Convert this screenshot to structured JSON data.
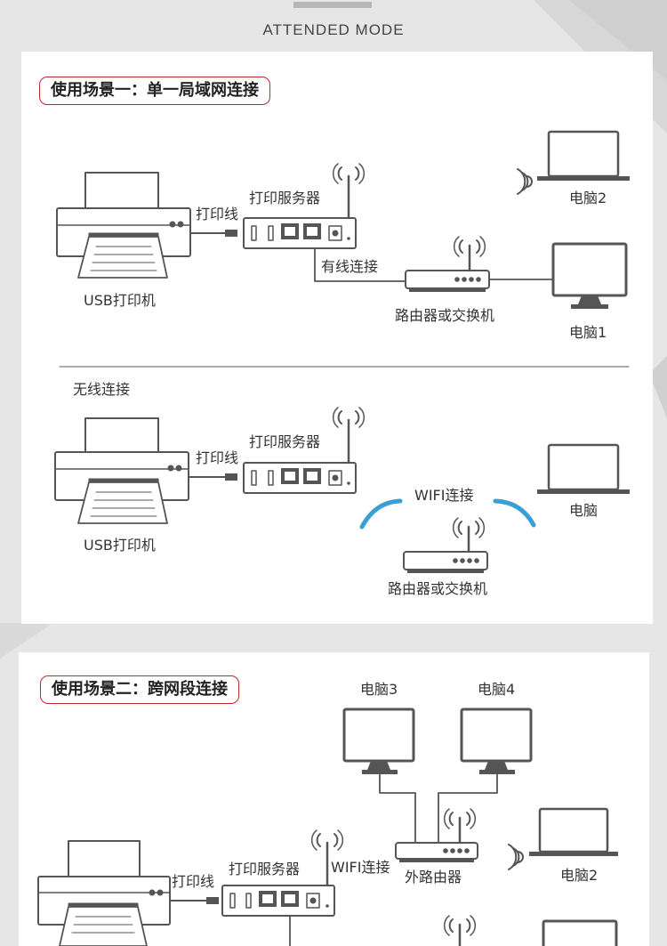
{
  "header": {
    "title": "ATTENDED MODE"
  },
  "scenario1": {
    "title": "使用场景一：单一局域网连接",
    "wired": {
      "printer_label": "USB打印机",
      "cable_label": "打印线",
      "server_label": "打印服务器",
      "link_label": "有线连接",
      "router_label": "路由器或交换机",
      "pc1_label": "电脑1",
      "pc2_label": "电脑2"
    },
    "wireless": {
      "section_label": "无线连接",
      "printer_label": "USB打印机",
      "cable_label": "打印线",
      "server_label": "打印服务器",
      "link_label": "WIFI连接",
      "router_label": "路由器或交换机",
      "pc_label": "电脑"
    }
  },
  "scenario2": {
    "title": "使用场景二：跨网段连接",
    "pc3_label": "电脑3",
    "pc4_label": "电脑4",
    "cable_label": "打印线",
    "server_label": "打印服务器",
    "link_label": "WIFI连接",
    "router_label": "外路由器",
    "pc2_label": "电脑2"
  },
  "colors": {
    "accent": "#c0272d",
    "wifi_arc": "#3a9fd6",
    "line": "#555555"
  }
}
